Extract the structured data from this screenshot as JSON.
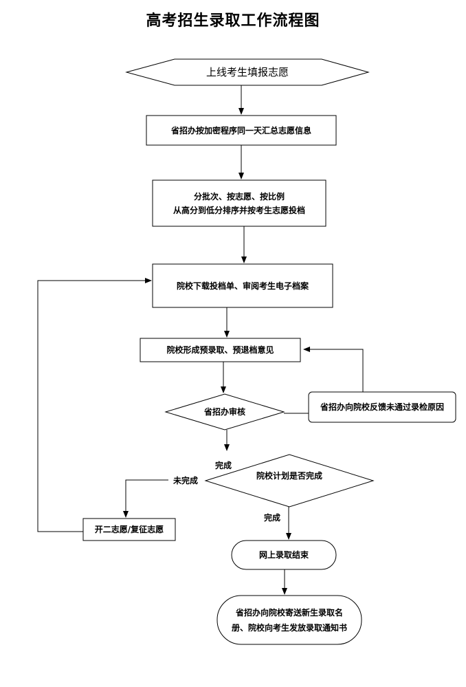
{
  "title": "高考招生录取工作流程图",
  "nodes": {
    "start": "上线考生填报志愿",
    "collect": "省招办按加密程序同一天汇总志愿信息",
    "sort_line1": "分批次、按志愿、按比例",
    "sort_line2": "从高分到低分排序并按考生志愿投档",
    "download": "院校下载投档单、审阅考生电子档案",
    "preadmit": "院校形成预录取、预退档意见",
    "review": "省招办审核",
    "feedback": "省招办向院校反馈未通过录检原因",
    "plan_check": "院校计划是否完成",
    "second": "开二志愿/复征志愿",
    "end": "网上录取结束",
    "notify_line1": "省招办向院校寄送新生录取名",
    "notify_line2": "册、院校向考生发放录取通知书"
  },
  "labels": {
    "done1": "完成",
    "not_done": "未完成",
    "done2": "完成"
  }
}
